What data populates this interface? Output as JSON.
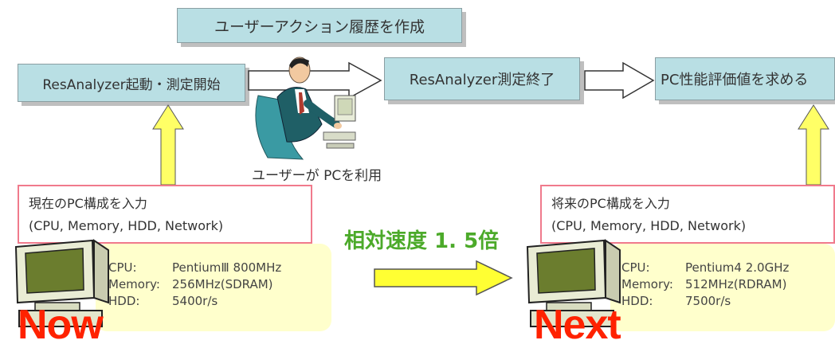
{
  "top_box": "ユーザーアクション履歴を作成",
  "flow": {
    "start": "ResAnalyzer起動・測定開始",
    "end": "ResAnalyzer測定終了",
    "evaluate": "PC性能評価値を求める"
  },
  "user_caption": "ユーザーが PCを利用",
  "current": {
    "title": "現在のPC構成を入力",
    "items": "(CPU, Memory, HDD, Network)",
    "specs": [
      {
        "label": "CPU:",
        "value": "PentiumⅢ 800MHz"
      },
      {
        "label": "Memory:",
        "value": "256MHz(SDRAM)"
      },
      {
        "label": "HDD:",
        "value": "5400r/s"
      }
    ],
    "tag": "Now"
  },
  "future": {
    "title": "将来のPC構成を入力",
    "items": "(CPU, Memory, HDD, Network)",
    "specs": [
      {
        "label": "CPU:",
        "value": "Pentium4 2.0GHz"
      },
      {
        "label": "Memory:",
        "value": "512MHz(RDRAM)"
      },
      {
        "label": "HDD:",
        "value": "7500r/s"
      }
    ],
    "tag": "Next"
  },
  "relative_speed": "相対速度  1. 5倍",
  "colors": {
    "box_fill": "#b9dfe4",
    "arrow_yellow": "#ffff66",
    "pink_border": "#f07a8c",
    "speed_green": "#4caa2a",
    "tag_red": "#ff2200"
  },
  "icons": [
    "office-user-clipart",
    "computer-monitor-icon"
  ]
}
